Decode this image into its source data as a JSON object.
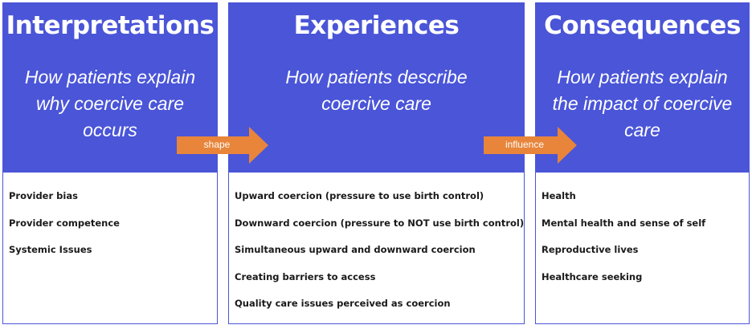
{
  "panels": [
    {
      "title": "Interpretations",
      "subtitle": "How patients explain why coercive care occurs",
      "items": [
        "Provider bias",
        "Provider competence",
        "Systemic Issues"
      ]
    },
    {
      "title": "Experiences",
      "subtitle": "How patients describe coercive care",
      "items": [
        "Upward coercion (pressure to use birth control)",
        "Downward coercion (pressure to NOT use birth control)",
        "Simultaneous upward and downward coercion",
        "Creating barriers to access",
        "Quality care issues perceived as coercion"
      ]
    },
    {
      "title": "Consequences",
      "subtitle": "How patients explain the impact of coercive care",
      "items": [
        "Health",
        "Mental health and sense of self",
        "Reproductive lives",
        "Healthcare seeking"
      ]
    }
  ],
  "arrows": [
    {
      "label": "shape"
    },
    {
      "label": "influence"
    }
  ],
  "colors": {
    "header_blue": "#4a55d8",
    "arrow_orange": "#e8853a",
    "border": "#4a55d8"
  }
}
